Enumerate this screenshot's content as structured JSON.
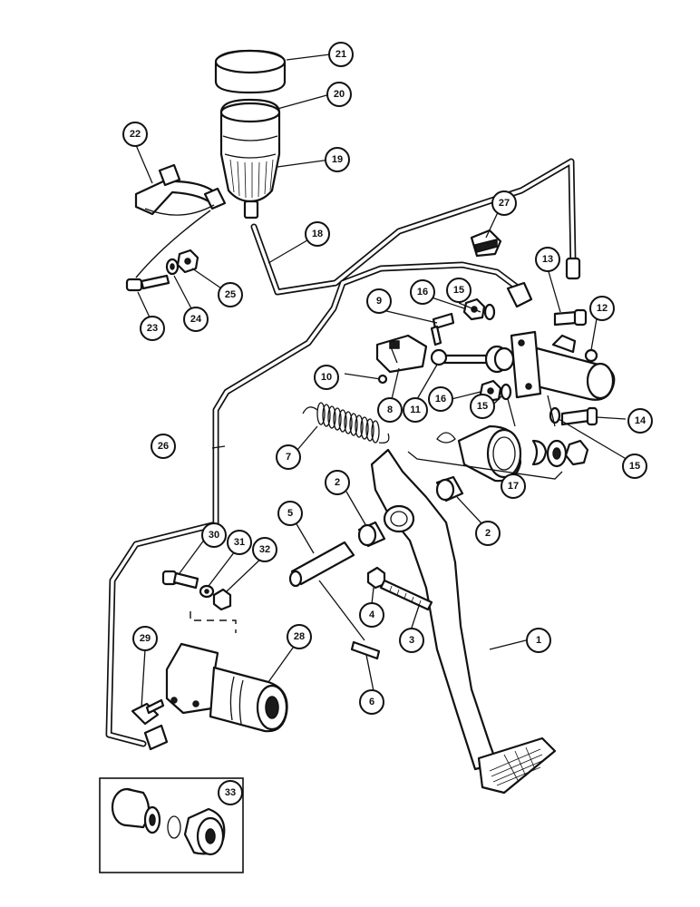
{
  "diagram": {
    "callouts": [
      {
        "id": "c1",
        "label": "1"
      },
      {
        "id": "c2a",
        "label": "2"
      },
      {
        "id": "c2b",
        "label": "2"
      },
      {
        "id": "c3",
        "label": "3"
      },
      {
        "id": "c4",
        "label": "4"
      },
      {
        "id": "c5",
        "label": "5"
      },
      {
        "id": "c6",
        "label": "6"
      },
      {
        "id": "c7",
        "label": "7"
      },
      {
        "id": "c8",
        "label": "8"
      },
      {
        "id": "c9",
        "label": "9"
      },
      {
        "id": "c10",
        "label": "10"
      },
      {
        "id": "c11",
        "label": "11"
      },
      {
        "id": "c12",
        "label": "12"
      },
      {
        "id": "c13",
        "label": "13"
      },
      {
        "id": "c14",
        "label": "14"
      },
      {
        "id": "c15a",
        "label": "15"
      },
      {
        "id": "c15b",
        "label": "15"
      },
      {
        "id": "c15c",
        "label": "15"
      },
      {
        "id": "c16a",
        "label": "16"
      },
      {
        "id": "c16b",
        "label": "16"
      },
      {
        "id": "c17",
        "label": "17"
      },
      {
        "id": "c18",
        "label": "18"
      },
      {
        "id": "c19",
        "label": "19"
      },
      {
        "id": "c20",
        "label": "20"
      },
      {
        "id": "c21",
        "label": "21"
      },
      {
        "id": "c22",
        "label": "22"
      },
      {
        "id": "c23",
        "label": "23"
      },
      {
        "id": "c24",
        "label": "24"
      },
      {
        "id": "c25",
        "label": "25"
      },
      {
        "id": "c26",
        "label": "26"
      },
      {
        "id": "c27",
        "label": "27"
      },
      {
        "id": "c28",
        "label": "28"
      },
      {
        "id": "c29",
        "label": "29"
      },
      {
        "id": "c30",
        "label": "30"
      },
      {
        "id": "c31",
        "label": "31"
      },
      {
        "id": "c32",
        "label": "32"
      },
      {
        "id": "c33",
        "label": "33"
      }
    ]
  }
}
